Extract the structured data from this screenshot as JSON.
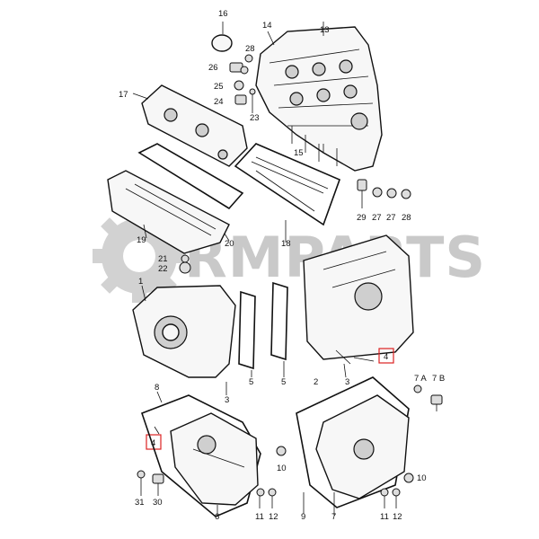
{
  "watermark": {
    "text": "RMPARTS",
    "gear_color": "#d2d2d2",
    "text_color": "#c9c9c9"
  },
  "highlight_color": "#dd2222",
  "callouts": {
    "c1": "1",
    "c2": "2",
    "c3a": "3",
    "c3b": "3",
    "c4a": "4",
    "c4b": "4",
    "c5a": "5",
    "c5b": "5",
    "c6": "6",
    "c7": "7",
    "c7a": "7 A",
    "c7b": "7 B",
    "c8": "8",
    "c9": "9",
    "c10a": "10",
    "c10b": "10",
    "c11a": "11",
    "c11b": "11",
    "c12a": "12",
    "c12b": "12",
    "c13": "13",
    "c14": "14",
    "c15": "15",
    "c16": "16",
    "c17": "17",
    "c18": "18",
    "c19": "19",
    "c20": "20",
    "c21": "21",
    "c22": "22",
    "c23": "23",
    "c24": "24",
    "c25": "25",
    "c26": "26",
    "c27a": "27",
    "c28a": "28",
    "c28b": "28",
    "c29": "29",
    "c30": "30",
    "c31": "31",
    "c27b": "27"
  }
}
